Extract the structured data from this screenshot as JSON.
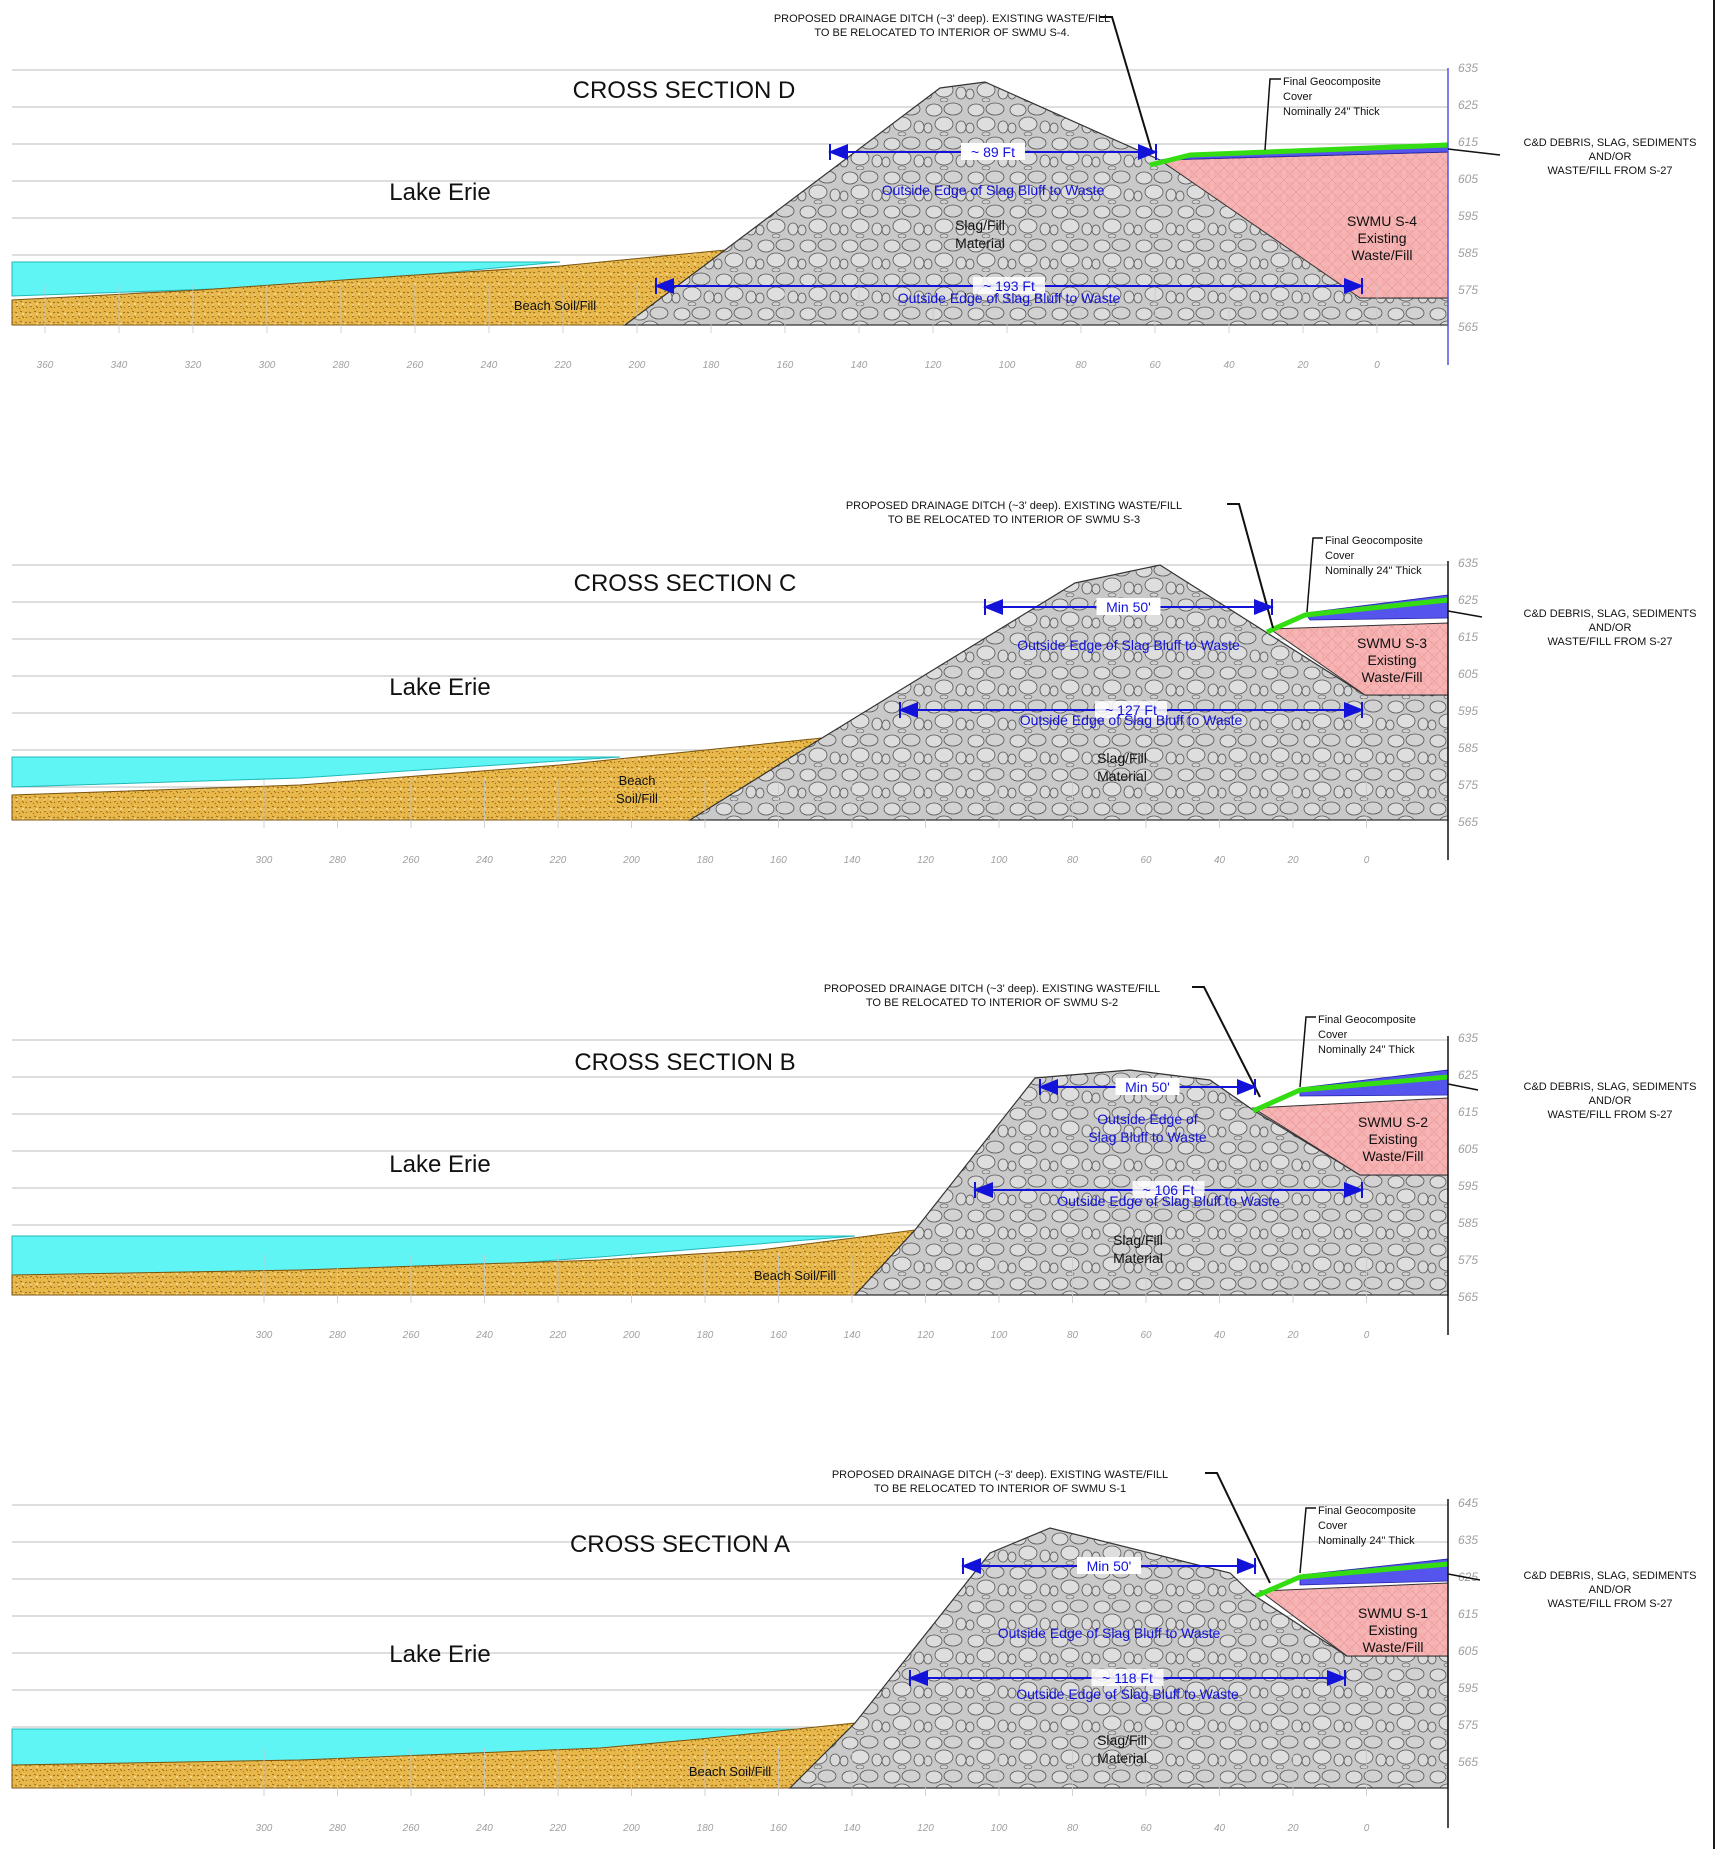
{
  "colors": {
    "water": "#5ff5f5",
    "beach": "#e8b84a",
    "slag": "#c9c9c9",
    "waste": "#f6b4b4",
    "cover": "#33dd11",
    "debris": "#5555ee",
    "dimension": "#1212d8",
    "grid": "#bdbdbd"
  },
  "icons": [
    "dimension-arrow-icon",
    "leader-line-icon"
  ],
  "sections": [
    {
      "title": "CROSS SECTION D",
      "water_label": "Lake Erie",
      "ditch_note": [
        "PROPOSED DRAINAGE DITCH (~3' deep).  EXISTING WASTE/FILL",
        "TO BE RELOCATED TO INTERIOR OF SWMU S-4."
      ],
      "cover_note": [
        "Final Geocomposite",
        "Cover",
        "Nominally 24\" Thick"
      ],
      "debris_note": [
        "C&D DEBRIS, SLAG, SEDIMENTS",
        "AND/OR",
        "WASTE/FILL FROM S-27"
      ],
      "top_dim": [
        "~ 89 Ft",
        "Outside Edge of Slag Bluff to Waste"
      ],
      "base_dim": [
        "~ 193 Ft",
        "Outside Edge of Slag Bluff to Waste"
      ],
      "slag_label": [
        "Slag/Fill",
        "Material"
      ],
      "beach_label": [
        "Beach Soil/Fill"
      ],
      "swmu_label": [
        "SWMU S-4",
        "Existing",
        "Waste/Fill"
      ],
      "x_ticks": [
        "360",
        "340",
        "320",
        "300",
        "280",
        "260",
        "240",
        "220",
        "200",
        "180",
        "160",
        "140",
        "120",
        "100",
        "80",
        "60",
        "40",
        "20",
        "0"
      ],
      "elevations": [
        "635",
        "625",
        "615",
        "605",
        "595",
        "585",
        "575",
        "565"
      ]
    },
    {
      "title": "CROSS SECTION C",
      "water_label": "Lake Erie",
      "ditch_note": [
        "PROPOSED DRAINAGE DITCH (~3' deep).  EXISTING WASTE/FILL",
        "TO BE RELOCATED TO INTERIOR OF SWMU S-3"
      ],
      "cover_note": [
        "Final Geocomposite",
        "Cover",
        "Nominally 24\" Thick"
      ],
      "debris_note": [
        "C&D DEBRIS, SLAG, SEDIMENTS",
        "AND/OR",
        "WASTE/FILL FROM S-27"
      ],
      "top_dim": [
        "Min 50'",
        "Outside Edge of Slag Bluff to Waste"
      ],
      "base_dim": [
        "~ 127 Ft",
        "Outside Edge of Slag Bluff to Waste"
      ],
      "slag_label": [
        "Slag/Fill",
        "Material"
      ],
      "beach_label": [
        "Beach",
        "Soil/Fill"
      ],
      "swmu_label": [
        "SWMU S-3",
        "Existing",
        "Waste/Fill"
      ],
      "x_ticks": [
        "300",
        "280",
        "260",
        "240",
        "220",
        "200",
        "180",
        "160",
        "140",
        "120",
        "100",
        "80",
        "60",
        "40",
        "20",
        "0"
      ],
      "elevations": [
        "635",
        "625",
        "615",
        "605",
        "595",
        "585",
        "575",
        "565"
      ]
    },
    {
      "title": "CROSS SECTION B",
      "water_label": "Lake Erie",
      "ditch_note": [
        "PROPOSED DRAINAGE DITCH (~3' deep).  EXISTING WASTE/FILL",
        "TO BE RELOCATED TO INTERIOR OF SWMU S-2"
      ],
      "cover_note": [
        "Final Geocomposite",
        "Cover",
        "Nominally 24\" Thick"
      ],
      "debris_note": [
        "C&D DEBRIS, SLAG, SEDIMENTS",
        "AND/OR",
        "WASTE/FILL FROM S-27"
      ],
      "top_dim": [
        "Min 50'",
        "Outside Edge of",
        "Slag Bluff to Waste"
      ],
      "base_dim": [
        "~ 106 Ft",
        "Outside Edge of Slag Bluff to Waste"
      ],
      "slag_label": [
        "Slag/Fill",
        "Material"
      ],
      "beach_label": [
        "Beach Soil/Fill"
      ],
      "swmu_label": [
        "SWMU S-2",
        "Existing",
        "Waste/Fill"
      ],
      "x_ticks": [
        "300",
        "280",
        "260",
        "240",
        "220",
        "200",
        "180",
        "160",
        "140",
        "120",
        "100",
        "80",
        "60",
        "40",
        "20",
        "0"
      ],
      "elevations": [
        "635",
        "625",
        "615",
        "605",
        "595",
        "585",
        "575",
        "565"
      ]
    },
    {
      "title": "CROSS SECTION A",
      "water_label": "Lake Erie",
      "ditch_note": [
        "PROPOSED DRAINAGE DITCH (~3' deep).  EXISTING WASTE/FILL",
        "TO BE RELOCATED TO INTERIOR OF SWMU S-1"
      ],
      "cover_note": [
        "Final Geocomposite",
        "Cover",
        "Nominally 24\" Thick"
      ],
      "debris_note": [
        "C&D DEBRIS, SLAG, SEDIMENTS",
        "AND/OR",
        "WASTE/FILL FROM S-27"
      ],
      "top_dim": [
        "Min 50'",
        "Outside Edge of Slag Bluff to Waste"
      ],
      "base_dim": [
        "~ 118 Ft",
        "Outside Edge of Slag Bluff to Waste"
      ],
      "slag_label": [
        "Slag/Fill",
        "Material"
      ],
      "beach_label": [
        "Beach Soil/Fill"
      ],
      "swmu_label": [
        "SWMU S-1",
        "Existing",
        "Waste/Fill"
      ],
      "x_ticks": [
        "300",
        "280",
        "260",
        "240",
        "220",
        "200",
        "180",
        "160",
        "140",
        "120",
        "100",
        "80",
        "60",
        "40",
        "20",
        "0"
      ],
      "elevations": [
        "645",
        "635",
        "625",
        "615",
        "605",
        "595",
        "575",
        "565"
      ]
    }
  ]
}
